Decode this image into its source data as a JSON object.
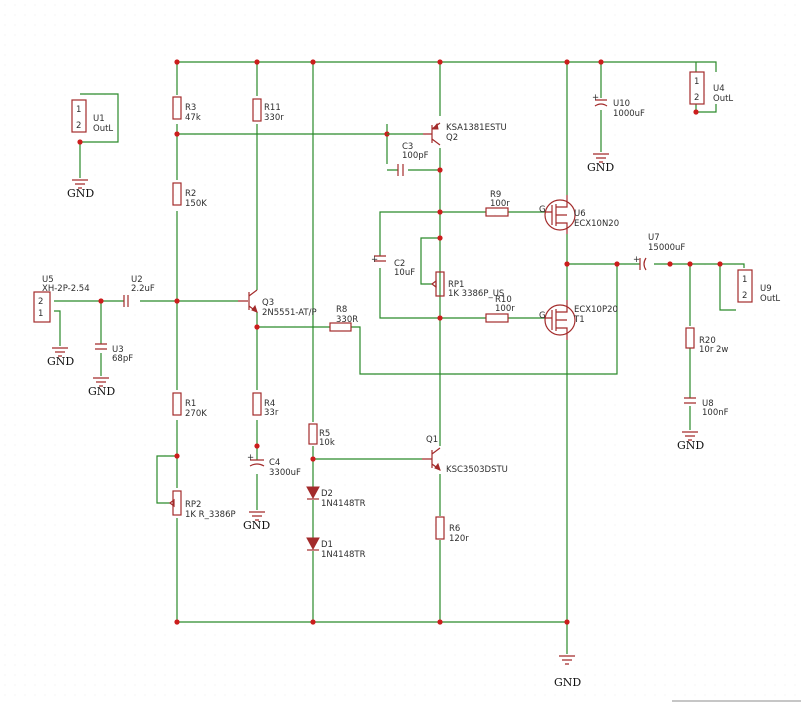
{
  "labels": {
    "U1": "U1",
    "U1_val": "OutL",
    "U4": "U4",
    "U4_val": "OutL",
    "U9": "U9",
    "U9_val": "OutL",
    "U5": "U5",
    "U5_val": "XH-2P-2.54",
    "U2": "U2",
    "U2_val": "2.2uF",
    "U3": "U3",
    "U3_val": "68pF",
    "R3": "R3",
    "R3_val": "47k",
    "R2": "R2",
    "R2_val": "150K",
    "R1": "R1",
    "R1_val": "270K",
    "RP2": "RP2",
    "RP2_val": "1K R_3386P",
    "R11": "R11",
    "R11_val": "330r",
    "Q3": "Q3",
    "Q3_val": "2N5551-AT/P",
    "R4": "R4",
    "R4_val": "33r",
    "C4": "C4",
    "C4_val": "3300uF",
    "R5": "R5",
    "R5_val": "10k",
    "D2": "D2",
    "D2_val": "1N4148TR",
    "D1": "D1",
    "D1_val": "1N4148TR",
    "R8": "R8",
    "R8_val": "330R",
    "Q2": "Q2",
    "Q2_val": "KSA1381ESTU",
    "C3": "C3",
    "C3_val": "100pF",
    "C2": "C2",
    "C2_val": "10uF",
    "RP1": "RP1",
    "RP1_val": "1K 3386P_US",
    "R9": "R9",
    "R9_val": "100r",
    "R10": "R10",
    "R10_val": "100r",
    "U6": "U6",
    "U6_val": "ECX10N20",
    "T1": "T1",
    "T1_val": "ECX10P20",
    "Q1": "Q1",
    "Q1_val": "KSC3503DSTU",
    "R6": "R6",
    "R6_val": "120r",
    "U10": "U10",
    "U10_val": "1000uF",
    "U7": "U7",
    "U7_val": "15000uF",
    "R20": "R20",
    "R20_val": "10r 2w",
    "U8": "U8",
    "U8_val": "100nF",
    "pin1": "1",
    "pin2": "2",
    "gate": "G"
  },
  "gnd_label": "GND",
  "colors": {
    "wire": "#2a8a2a",
    "component": "#a32b2b",
    "junction": "#cc1d1d",
    "text": "#2e2e2e"
  }
}
